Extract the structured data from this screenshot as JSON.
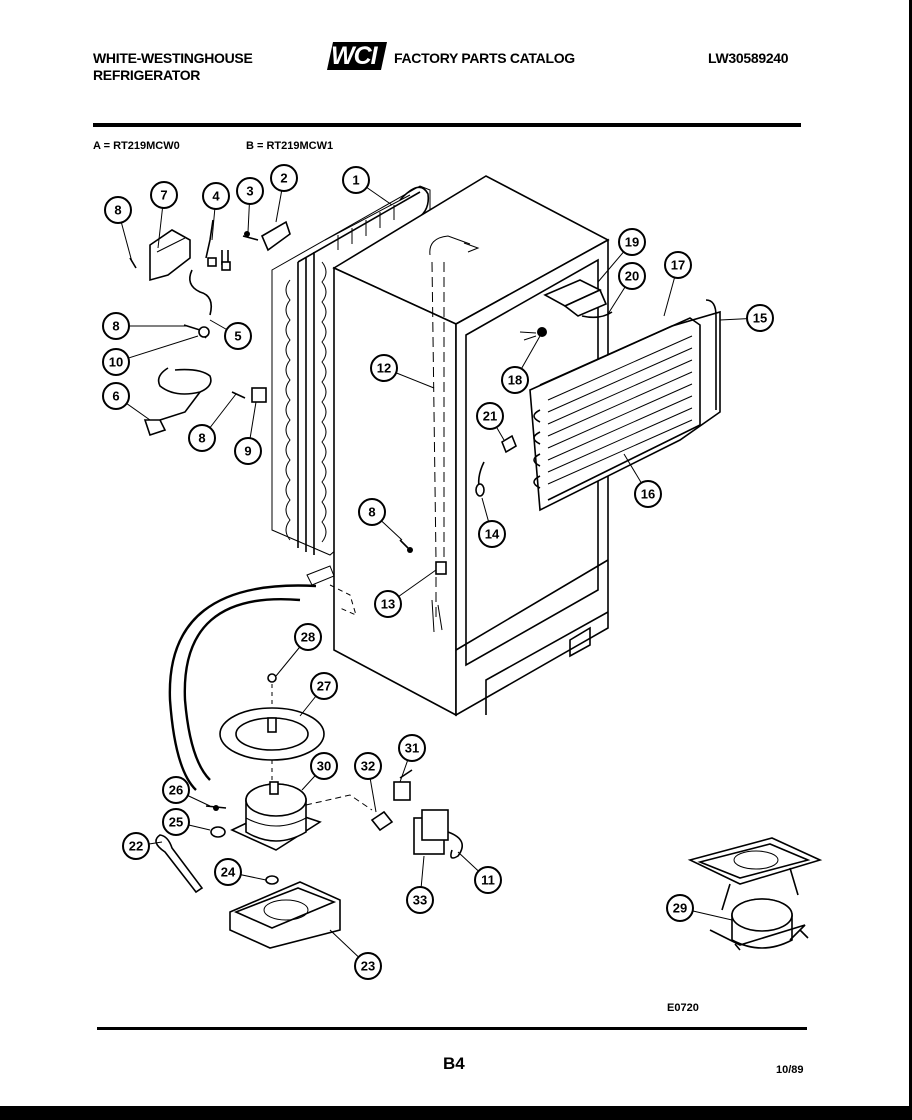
{
  "header": {
    "brand_line1": "WHITE-WESTINGHOUSE",
    "brand_line2": "REFRIGERATOR",
    "logo_text": "WCI",
    "catalog_title": "FACTORY PARTS CATALOG",
    "model_number": "LW30589240"
  },
  "models": {
    "a": "A = RT219MCW0",
    "b": "B = RT219MCW1"
  },
  "callouts": [
    "1",
    "2",
    "3",
    "4",
    "5",
    "6",
    "7",
    "8",
    "8",
    "8",
    "8",
    "9",
    "10",
    "11",
    "12",
    "13",
    "14",
    "15",
    "16",
    "17",
    "18",
    "19",
    "20",
    "21",
    "22",
    "23",
    "24",
    "25",
    "26",
    "27",
    "28",
    "29",
    "30",
    "31",
    "32",
    "33"
  ],
  "footer": {
    "diagram_code": "E0720",
    "page": "B4",
    "date": "10/89"
  }
}
